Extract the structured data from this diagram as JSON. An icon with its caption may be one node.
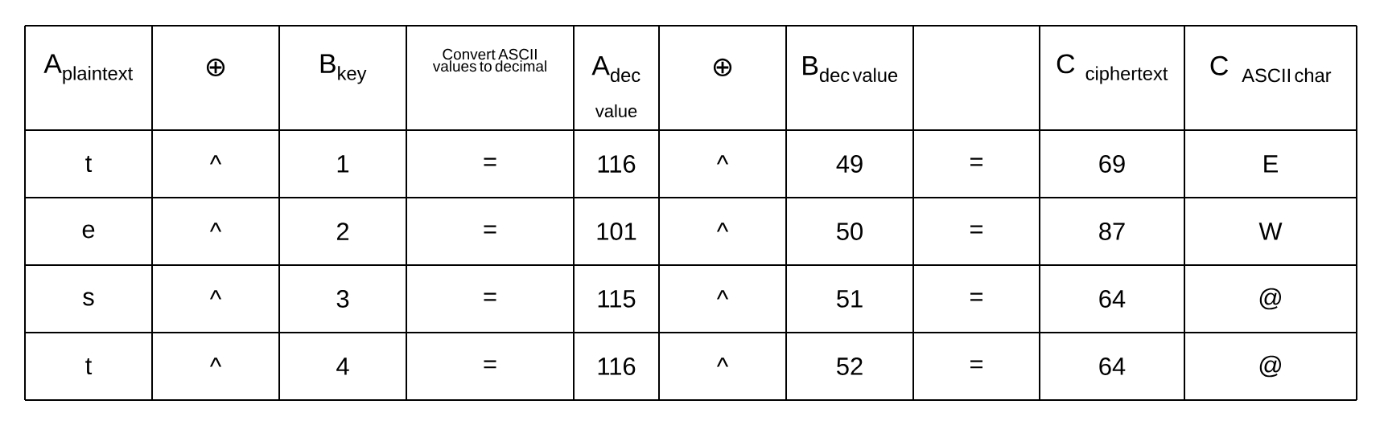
{
  "diagram": {
    "labels": [
      "\\text{A}_{\\text{plaintext}}",
      "⊕",
      "\\text{B}_{\\text{key}}",
      "Convert ASCII values to decimal",
      "\\text{A}_{\\text{dec}}",
      "value",
      "⊕",
      "\\text{B}_{\\text{dec value}}",
      "\\text{C}\\;_{\\text{ciphertext}}",
      "\\text{C}\\;_{\\text{ASCII char}}",
      "t",
      "^",
      "1",
      "=",
      "116",
      "^",
      "49",
      "=",
      "69",
      "E",
      "e",
      "^",
      "2",
      "=",
      "101",
      "^",
      "50",
      "=",
      "87",
      "W",
      "s",
      "^",
      "3",
      "=",
      "115",
      "^",
      "51",
      "=",
      "64",
      "@",
      "t",
      "^",
      "4",
      "=",
      "116",
      "^",
      "52",
      "=",
      "64",
      "@"
    ]
  }
}
